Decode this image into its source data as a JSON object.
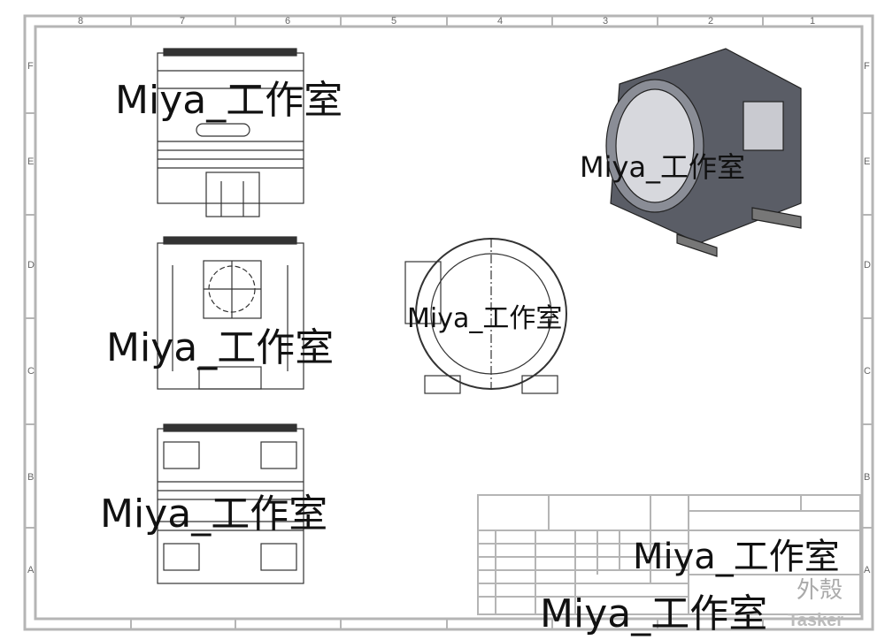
{
  "border": {
    "columns": [
      "8",
      "7",
      "6",
      "5",
      "4",
      "3",
      "2",
      "1"
    ],
    "rows": [
      "F",
      "E",
      "D",
      "C",
      "B",
      "A"
    ]
  },
  "watermarks": [
    "Miya_工作室",
    "Miya_工作室",
    "Miya_工作室",
    "Miya_工作室",
    "Miya_工作室",
    "Miya_工作室",
    "Miya_工作室"
  ],
  "title_block": {
    "part_name": "外殼"
  },
  "logo": "Tasker",
  "colors": {
    "line": "#333333",
    "frame": "#b5b5b5",
    "iso_fill": "#5a5d66"
  }
}
